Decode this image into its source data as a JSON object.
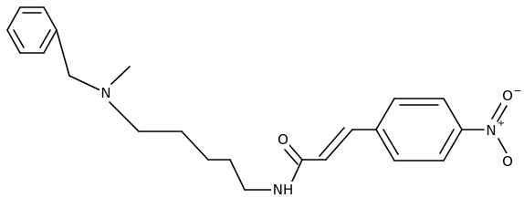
{
  "molecule": {
    "atoms": {
      "nitrogen_amine": "N",
      "nitrogen_amide": "NH",
      "oxygen_carbonyl": "O",
      "nitrogen_nitro": "N",
      "nitro_plus": "+",
      "oxygen_nitro_1": "O",
      "oxygen_nitro_minus": "O",
      "nitro_minus": "−"
    }
  }
}
